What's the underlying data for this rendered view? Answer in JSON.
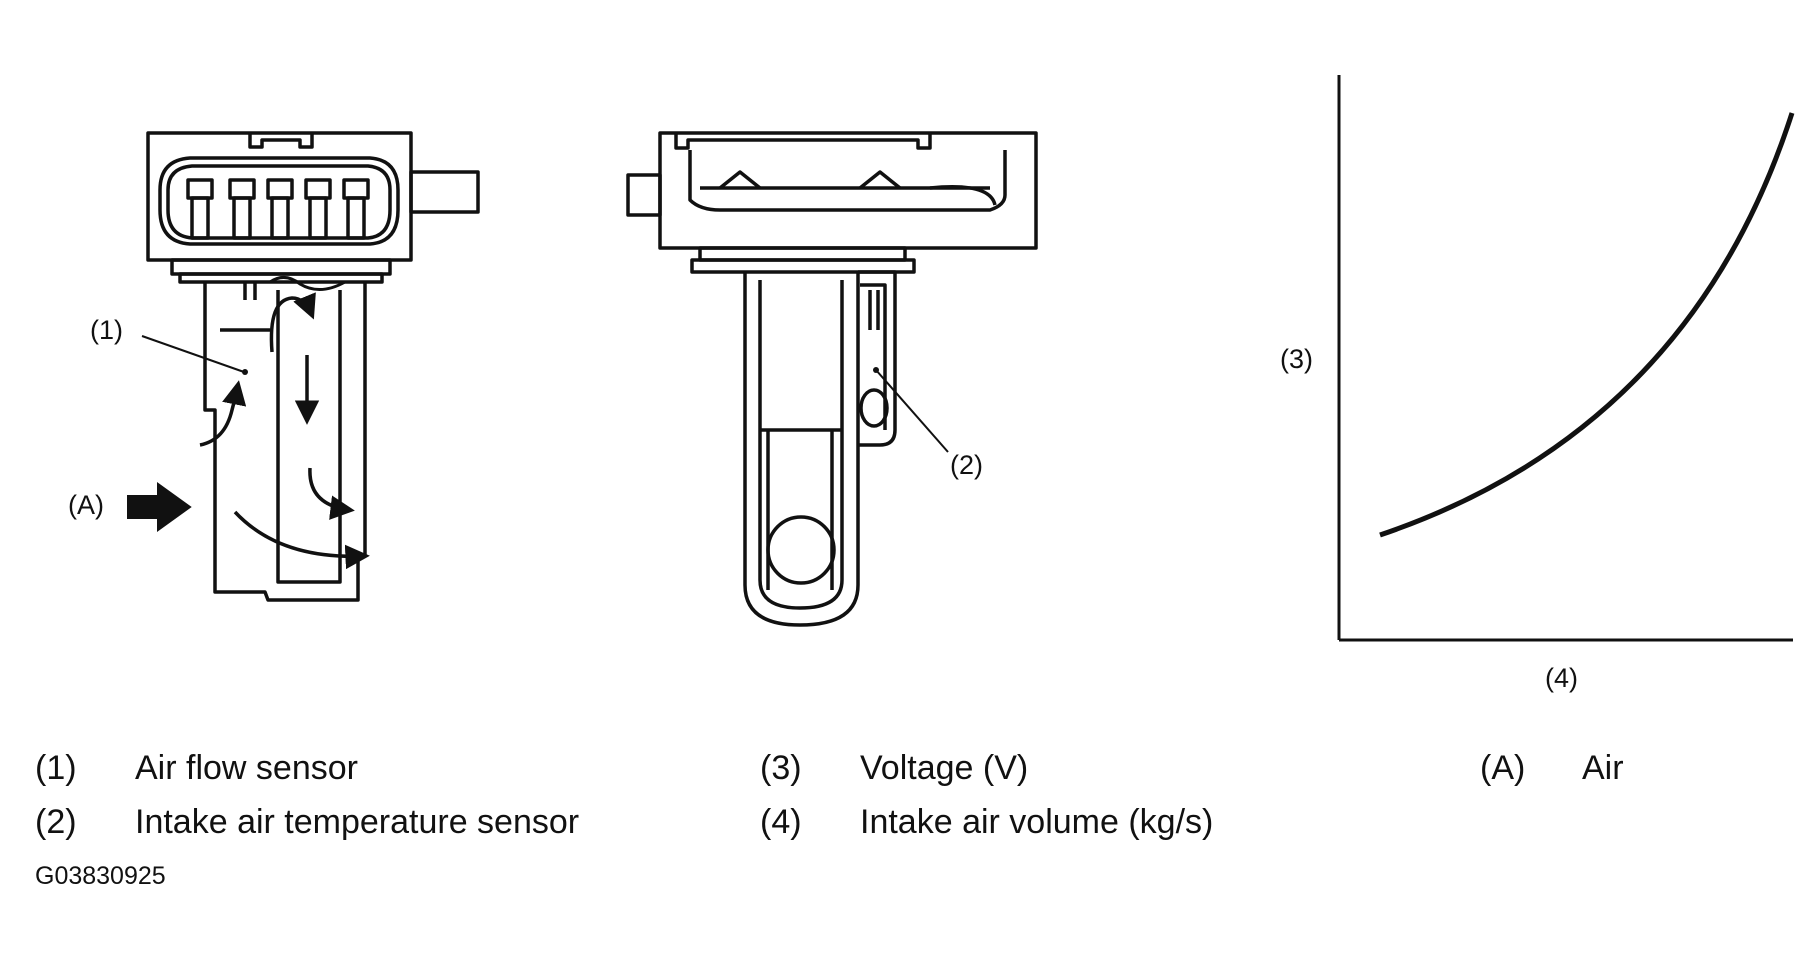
{
  "callouts": {
    "c1": "(1)",
    "c2": "(2)",
    "c3": "(3)",
    "c4": "(4)",
    "cA": "(A)"
  },
  "legend": [
    {
      "num": "(1)",
      "text": "Air flow sensor"
    },
    {
      "num": "(2)",
      "text": "Intake air temperature sensor"
    },
    {
      "num": "(3)",
      "text": "Voltage (V)"
    },
    {
      "num": "(4)",
      "text": "Intake air volume (kg/s)"
    },
    {
      "num": "(A)",
      "text": "Air"
    }
  ],
  "figure_code": "G03830925",
  "graph": {
    "ylabel": "(3)",
    "xlabel": "(4)",
    "curve": "increasing, concave up (voltage rises with intake air volume)"
  },
  "colors": {
    "ink": "#111111",
    "background": "#ffffff"
  }
}
